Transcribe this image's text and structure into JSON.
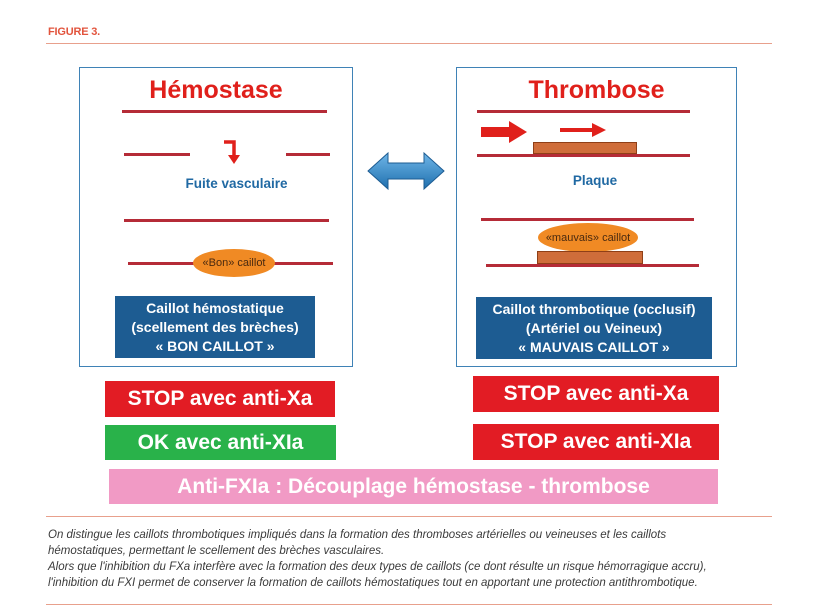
{
  "figure_label": "FIGURE 3.",
  "left_panel": {
    "title": "Hémostase",
    "leak_label": "Fuite vasculaire",
    "clot_label": "«Bon» caillot",
    "box_lines": [
      "Caillot hémostatique",
      "(scellement des brèches)",
      "« BON CAILLOT »"
    ]
  },
  "right_panel": {
    "title": "Thrombose",
    "plaque_label": "Plaque",
    "clot_label": "«mauvais» caillot",
    "box_lines": [
      "Caillot thrombotique (occlusif)",
      "(Artériel ou Veineux)",
      "« MAUVAIS CAILLOT »"
    ]
  },
  "actions": {
    "left_xa": "STOP avec anti-Xa",
    "left_xia": "OK avec anti-XIa",
    "right_xa": "STOP avec anti-Xa",
    "right_xia": "STOP avec anti-XIa",
    "banner": "Anti-FXIa : Découplage hémostase - thrombose"
  },
  "caption": {
    "line1": "On distingue les caillots thrombotiques impliqués dans la formation des thromboses artérielles ou veineuses et les caillots",
    "line2": "hémostatiques, permettant le scellement des brèches vasculaires.",
    "line3": "Alors que l'inhibition du FXa interfère avec la formation des deux types de caillots (ce dont résulte un risque hémorragique accru),",
    "line4": "l'inhibition du FXI permet de conserver la formation de caillots hémostatiques tout en apportant une protection antithrombotique."
  },
  "colors": {
    "vessel": "#b52b37",
    "stop_red": "#e21c24",
    "ok_green": "#29b24a",
    "banner_pink": "#f19ac5",
    "box_blue": "#1d5c92",
    "clot_orange": "#f08a24",
    "plaque_brown": "#cf6d3a",
    "arrow_blue": "#2f80c0"
  }
}
